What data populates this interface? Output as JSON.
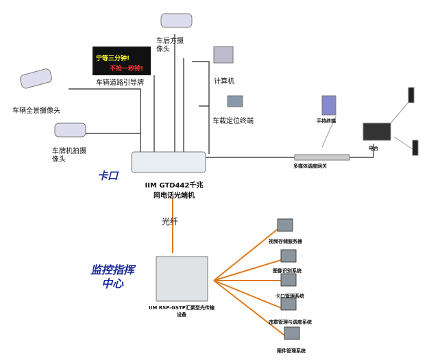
{
  "labels": {
    "rear_camera": "车后方摄像头",
    "guide_sign": "车辆道路引导牌",
    "sign_text_1": "宁等三分钟!",
    "sign_text_2": "不抢一秒钟!",
    "computer": "计算机",
    "panorama_camera": "车辆全景摄像头",
    "plate_camera": "车牌机拍摄像头",
    "vehicle_gps": "车载定位终端",
    "handheld": "手持终端",
    "radio": "电台",
    "gateway": "多媒体调度网关",
    "checkpoint": "卡口",
    "transceiver": "IIM GTD442千兆网电话光端机",
    "fiber": "光纤",
    "center": "监控指挥中心",
    "center_device": "IIM RSP-GSTP汇聚型光传输设备",
    "servers": [
      "视频存储服务器",
      "图像识别系统",
      "卡口管理系统",
      "违章管理与调度系统",
      "案件管理系统"
    ]
  },
  "colors": {
    "fiber": "#e07a1a",
    "title": "#1a2a9a"
  }
}
